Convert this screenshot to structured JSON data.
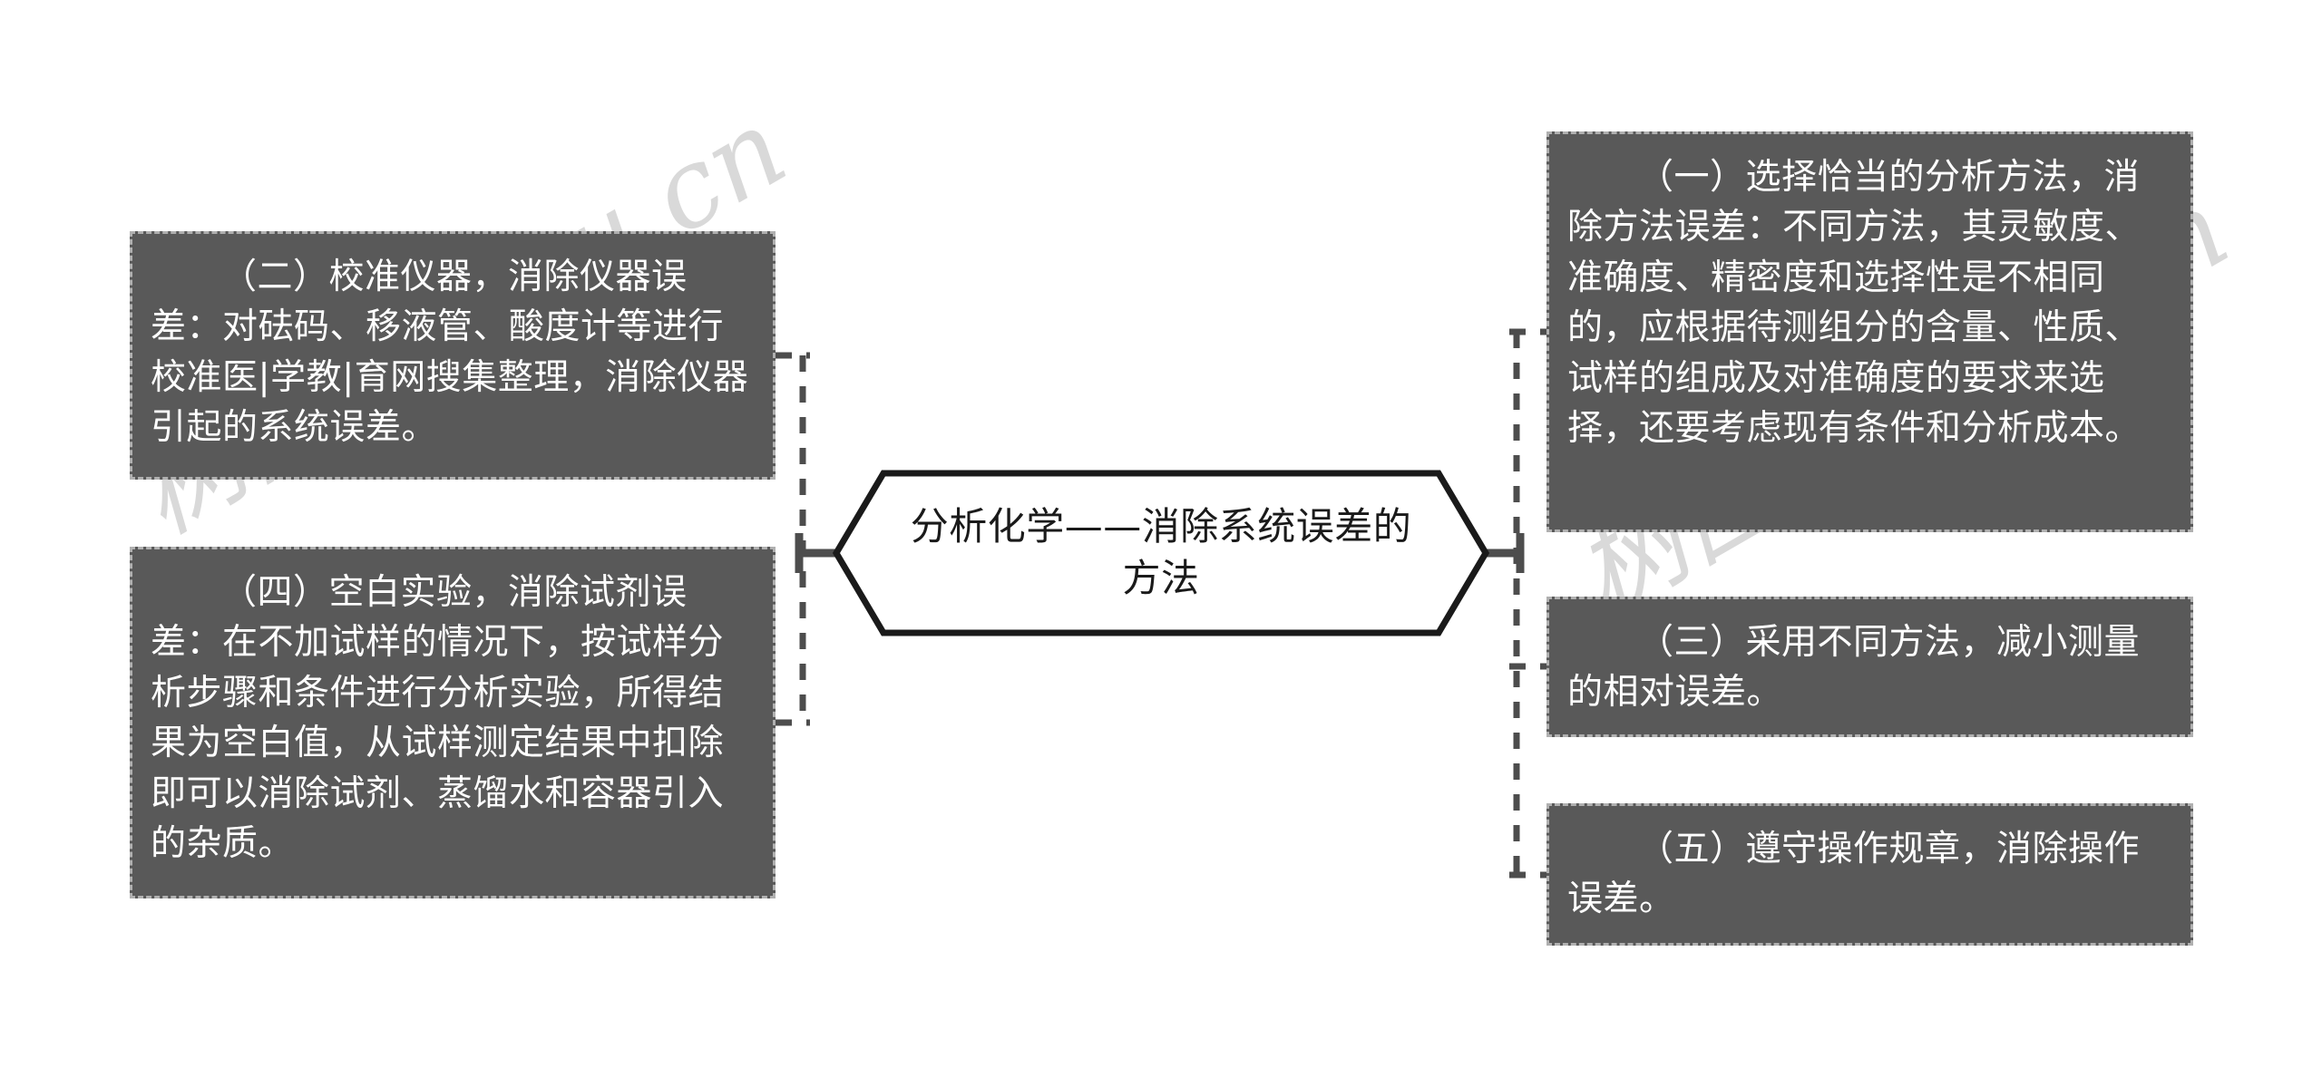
{
  "diagram": {
    "type": "mind-map",
    "orientation": "horizontal-bidirectional",
    "center": {
      "id": "root",
      "label": "分析化学——消除系统误差的方法",
      "shape": "hexagon",
      "fill": "#ffffff",
      "stroke": "#1a1a1a",
      "text_color": "#1a1a1a"
    },
    "branch_style": {
      "line_color": "#4d4d4d",
      "line_style": "dashed",
      "node_fill": "#595959",
      "node_border": "#b0b0b0",
      "node_text_color": "#ffffff"
    },
    "left_branches": [
      {
        "id": "b2",
        "order": 2,
        "marker": "（二）",
        "label": "（二）校准仪器，消除仪器误差：对砝码、移液管、酸度计等进行校准医|学教|育网搜集整理，消除仪器引起的系统误差。"
      },
      {
        "id": "b4",
        "order": 4,
        "marker": "（四）",
        "label": "（四）空白实验，消除试剂误差：在不加试样的情况下，按试样分析步骤和条件进行分析实验，所得结果为空白值，从试样测定结果中扣除即可以消除试剂、蒸馏水和容器引入的杂质。"
      }
    ],
    "right_branches": [
      {
        "id": "b1",
        "order": 1,
        "marker": "（一）",
        "label": "（一）选择恰当的分析方法，消除方法误差：不同方法，其灵敏度、准确度、精密度和选择性是不相同的，应根据待测组分的含量、性质、试样的组成及对准确度的要求来选择，还要考虑现有条件和分析成本。"
      },
      {
        "id": "b3",
        "order": 3,
        "marker": "（三）",
        "label": "（三）采用不同方法，减小测量的相对误差。"
      },
      {
        "id": "b5",
        "order": 5,
        "marker": "（五）",
        "label": "（五）遵守操作规章，消除操作误差。"
      }
    ]
  },
  "watermark": {
    "text_a": "树图 shutu.cn",
    "text_b": "树图 shutu.cn",
    "color": "#d9d9d9"
  }
}
